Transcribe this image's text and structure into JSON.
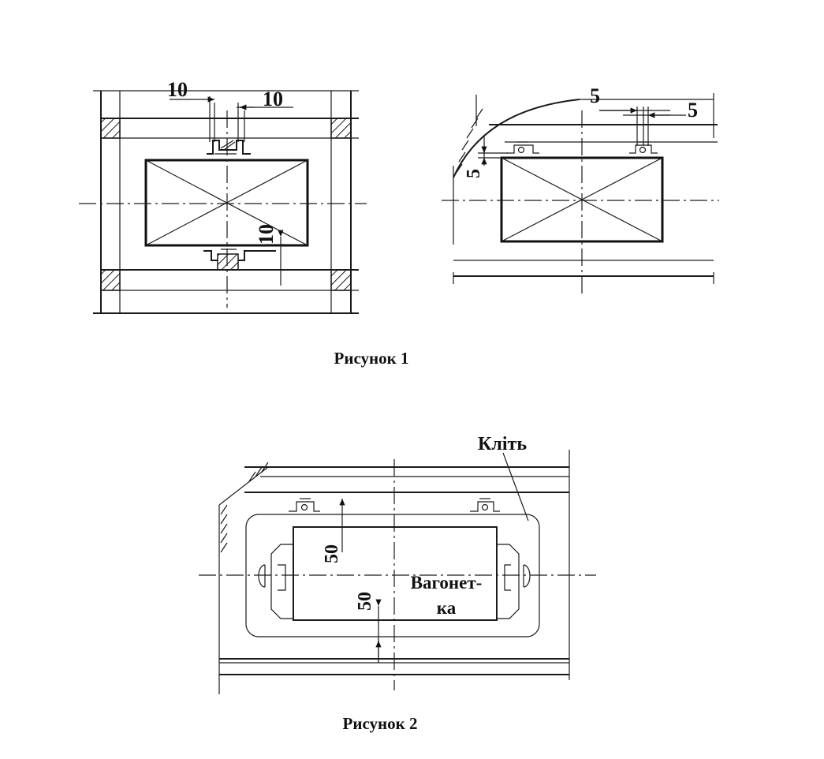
{
  "figure1": {
    "caption": "Рисунок 1",
    "left_view": {
      "dim_top_left": "10",
      "dim_top_right": "10",
      "dim_bottom": "10"
    },
    "right_view": {
      "dim_top_left": "5",
      "dim_top_right": "5",
      "dim_side": "5"
    }
  },
  "figure2": {
    "caption": "Рисунок 2",
    "label_cage": "Кліть",
    "label_wagon_line1": "Вагонет-",
    "label_wagon_line2": "ка",
    "dim_top": "50",
    "dim_bottom": "50"
  }
}
